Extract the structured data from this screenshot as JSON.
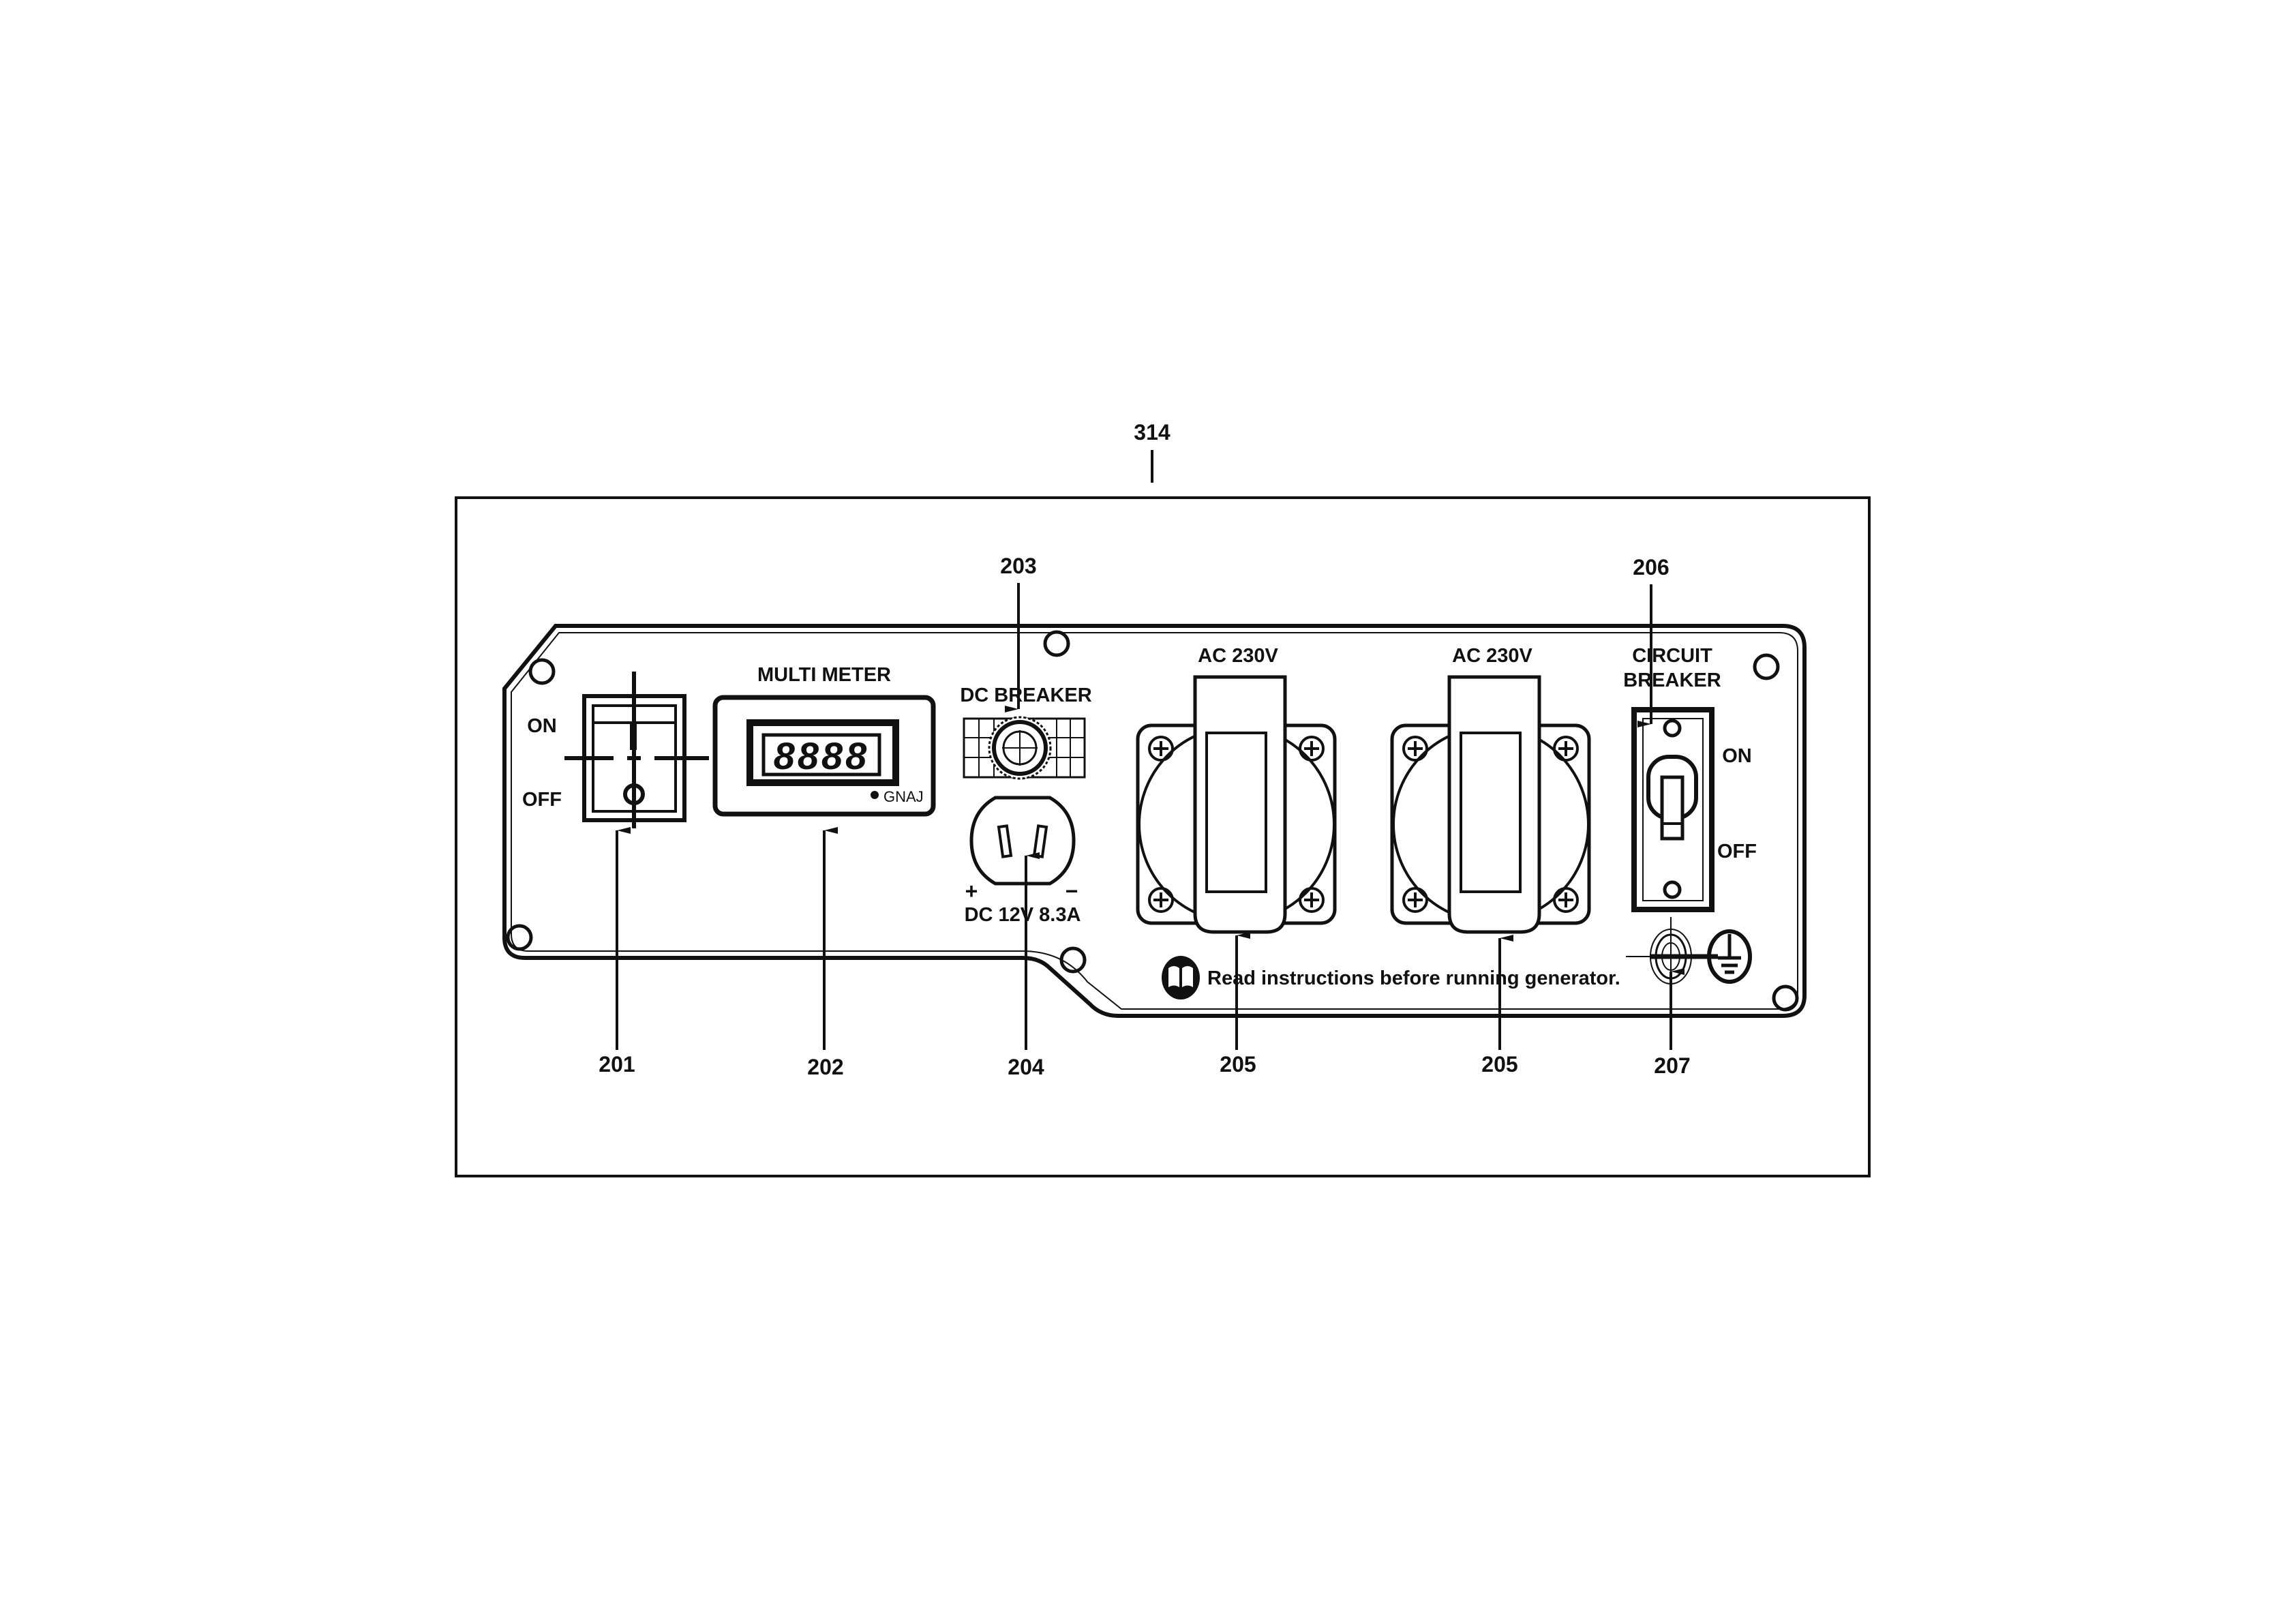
{
  "callouts": {
    "frame": "314",
    "main_switch": "201",
    "multi_meter": "202",
    "dc_breaker": "203",
    "dc_socket": "204",
    "ac_socket_1": "205",
    "ac_socket_2": "205",
    "circuit_breaker": "206",
    "ground_terminal": "207"
  },
  "panel": {
    "switch_on": "ON",
    "switch_off": "OFF",
    "meter_title": "MULTI METER",
    "meter_digits": "8888",
    "meter_brand": "GNAJ",
    "dc_breaker_title": "DC BREAKER",
    "dc_plus": "+",
    "dc_minus": "−",
    "dc_rating": "DC 12V 8.3A",
    "ac1_label": "AC 230V",
    "ac2_label": "AC 230V",
    "cb_title_1": "CIRCUIT",
    "cb_title_2": "BREAKER",
    "cb_on": "ON",
    "cb_off": "OFF",
    "warning": "Read instructions before running generator."
  },
  "icons": [
    "manual-book-icon",
    "ground-symbol-icon"
  ],
  "colors": {
    "ink": "#111111",
    "background": "#ffffff"
  }
}
